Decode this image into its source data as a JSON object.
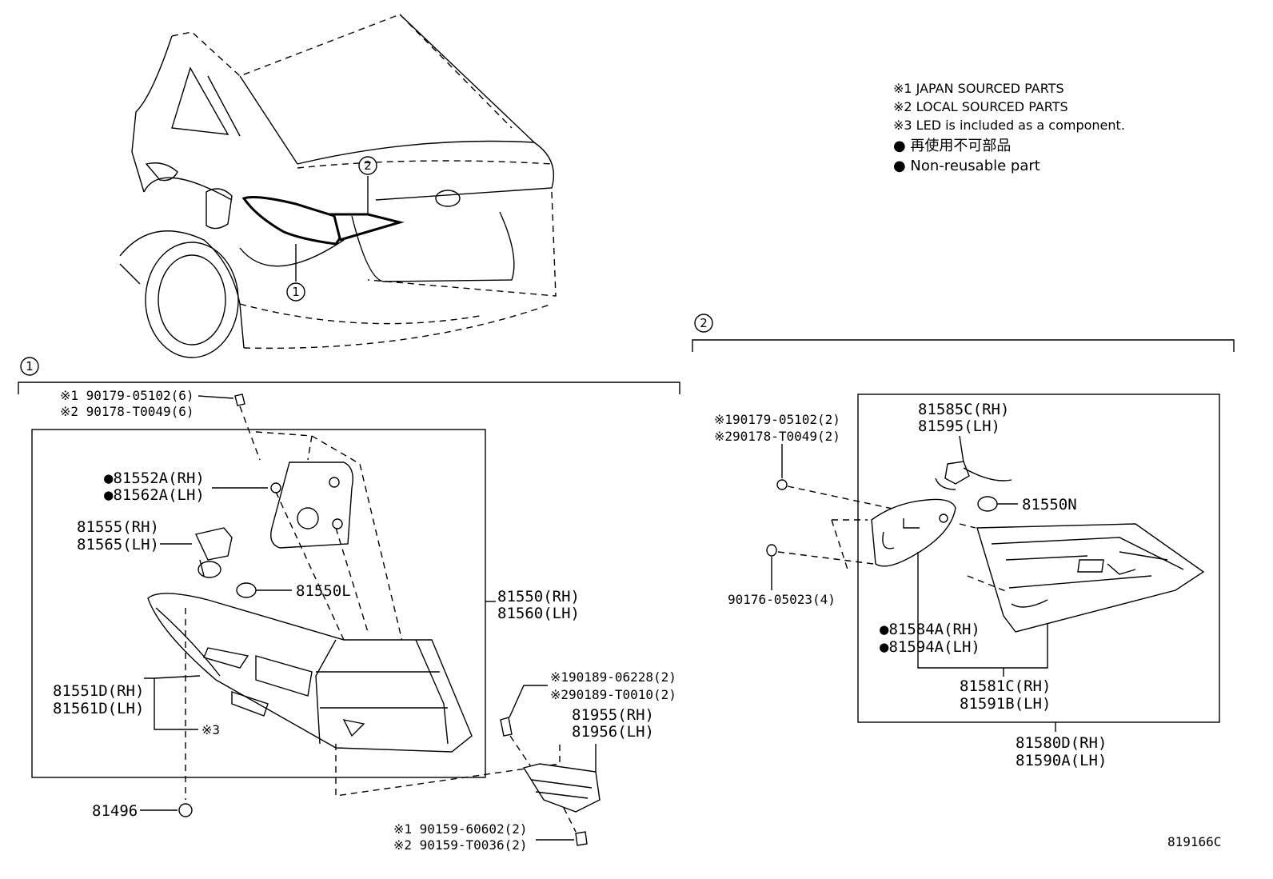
{
  "legend": {
    "line1": "※1 JAPAN SOURCED PARTS",
    "line2": "※2 LOCAL SOURCED PARTS",
    "line3": "※3 LED is included as a component.",
    "line4": "● 再使用不可部品",
    "line5": "● Non-reusable part"
  },
  "callouts": {
    "c1": "1",
    "c2": "2"
  },
  "section1": {
    "screw_top_1": "※1 90179-05102(6)",
    "screw_top_2": "※2 90178-T0049(6)",
    "gasket_rh": "●81552A(RH)",
    "gasket_lh": "●81562A(LH)",
    "socket_rh": "81555(RH)",
    "socket_lh": "81565(LH)",
    "bulb": "81550L",
    "assy_rh": "81550(RH)",
    "assy_lh": "81560(LH)",
    "lens_rh": "81551D(RH)",
    "lens_lh": "81561D(LH)",
    "note3": "※3",
    "clip": "81496",
    "bolt_1": "※190189-06228(2)",
    "bolt_2": "※290189-T0010(2)",
    "bracket_rh": "81955(RH)",
    "bracket_lh": "81956(LH)",
    "nut_1": "※1 90159-60602(2)",
    "nut_2": "※2 90159-T0036(2)"
  },
  "section2": {
    "screw_1": "※190179-05102(2)",
    "screw_2": "※290178-T0049(2)",
    "socket_rh": "81585C(RH)",
    "socket_lh": "81595(LH)",
    "bulb": "81550N",
    "clip": "90176-05023(4)",
    "gasket_rh": "●81584A(RH)",
    "gasket_lh": "●81594A(LH)",
    "lens_rh": "81581C(RH)",
    "lens_lh": "81591B(LH)",
    "assy_rh": "81580D(RH)",
    "assy_lh": "81590A(LH)"
  },
  "figure_id": "819166C"
}
